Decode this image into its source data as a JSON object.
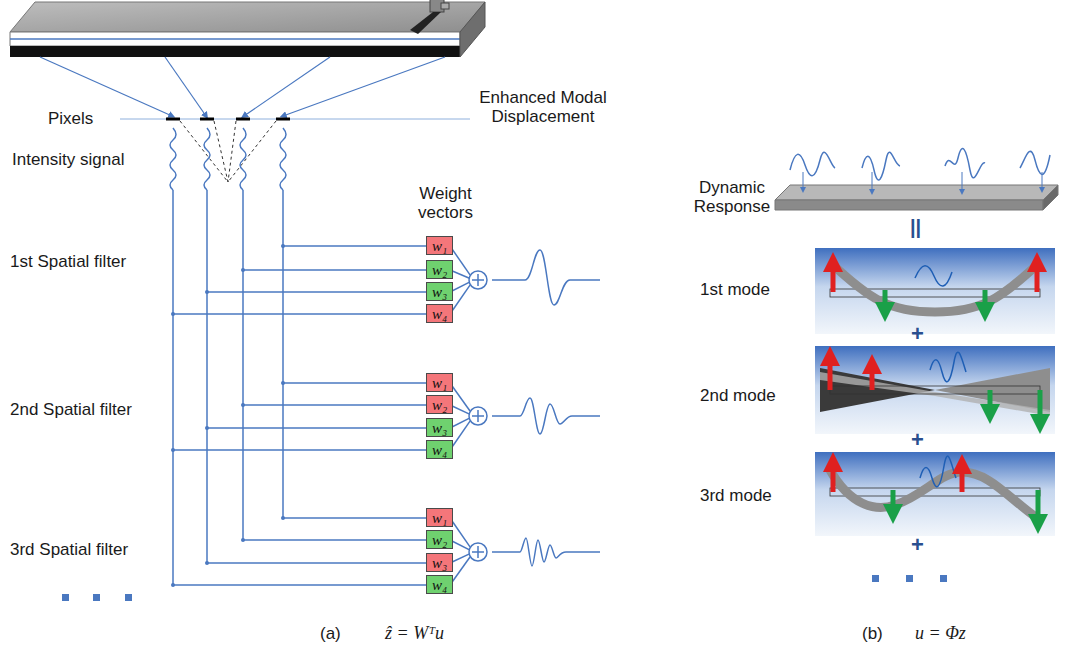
{
  "diagram": {
    "nodes": [
      {
        "text": [
          "w₁"
        ]
      },
      {
        "text": [
          "w₂"
        ]
      },
      {
        "text": [
          "w₃"
        ]
      },
      {
        "text": [
          "w₄"
        ]
      },
      {
        "text": [
          "w₁"
        ]
      },
      {
        "text": [
          "w₂"
        ]
      },
      {
        "text": [
          "w₃"
        ]
      },
      {
        "text": [
          "w₄"
        ]
      },
      {
        "text": [
          "w₁"
        ]
      },
      {
        "text": [
          "w₂"
        ]
      },
      {
        "text": [
          "w₃"
        ]
      },
      {
        "text": [
          "w₄"
        ]
      }
    ],
    "labels": [
      "Pixels",
      "Intensity signal",
      "1st Spatial filter",
      "2nd Spatial filter",
      "3rd Spatial filter",
      "Weight vectors",
      "Enhanced Modal Displacement",
      "(a)",
      "ẑ = Wᵀu",
      "Dynamic Response",
      "||",
      "1st mode",
      "+",
      "2nd mode",
      "+",
      "3rd mode",
      "+",
      "(b)",
      "u = Φz"
    ]
  }
}
